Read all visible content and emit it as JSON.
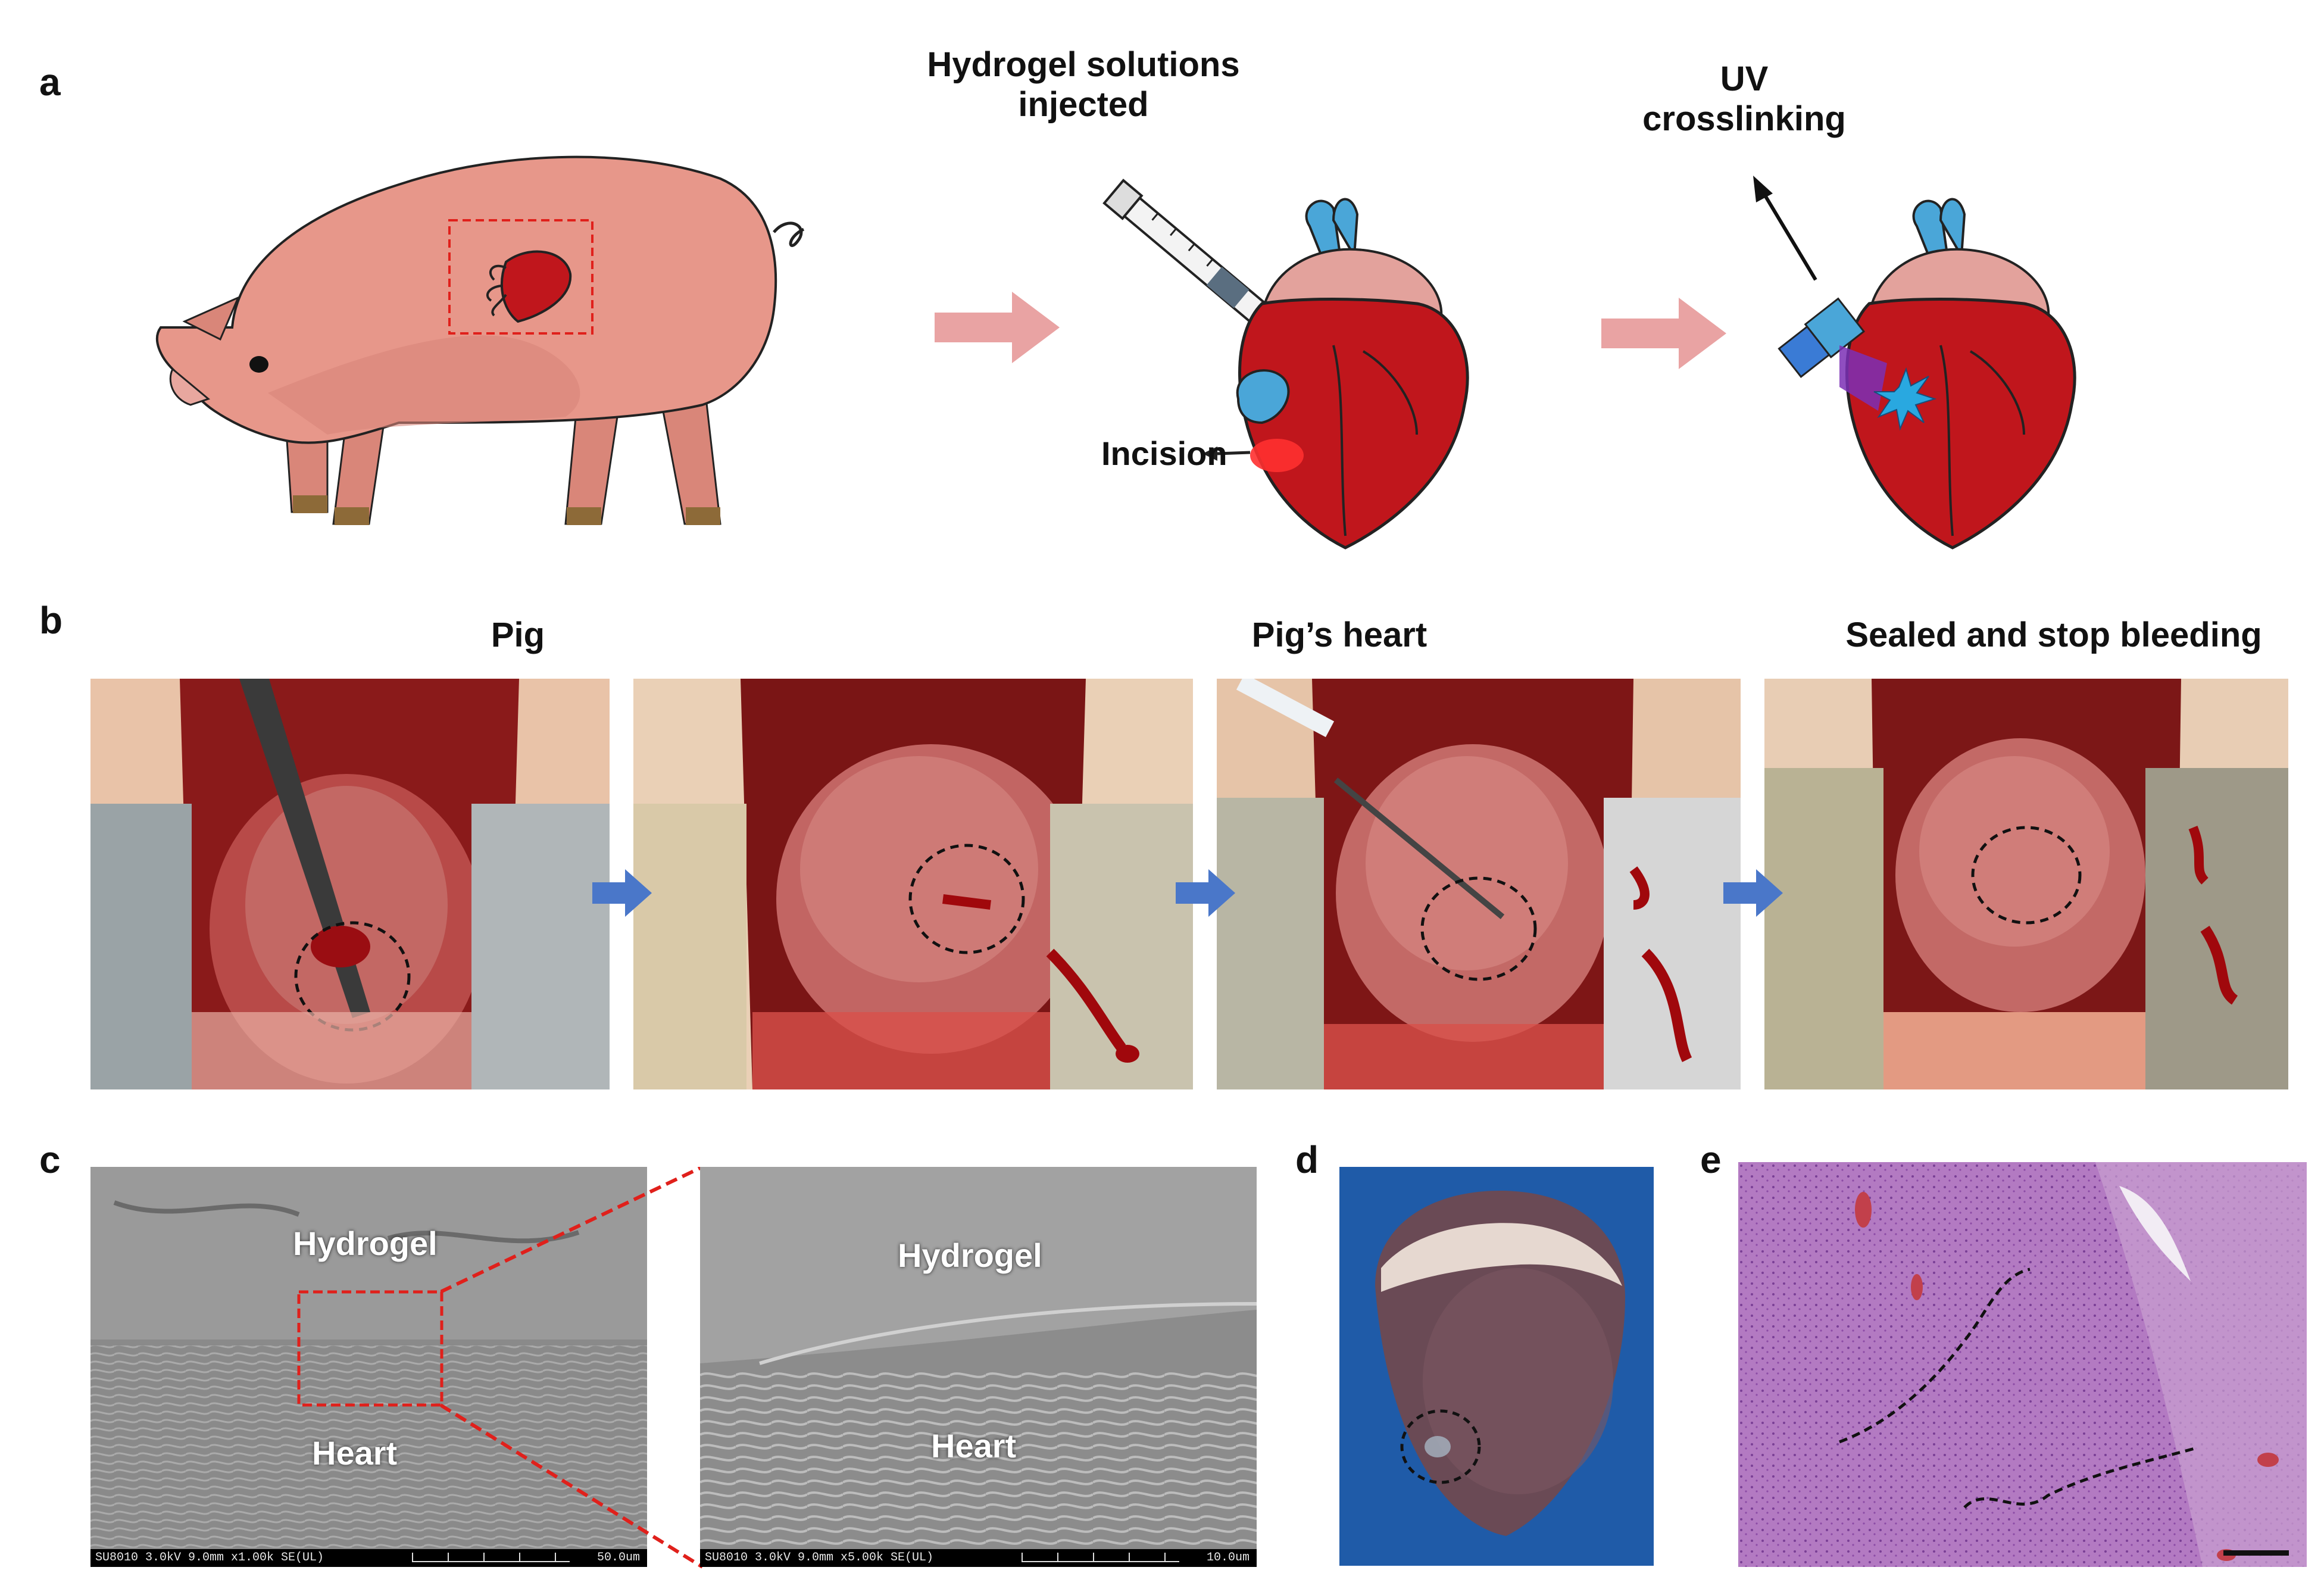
{
  "panels": {
    "a": {
      "letter": "a",
      "step2_label_line1": "Hydrogel solutions",
      "step2_label_line2": "injected",
      "step3_label_line1": "UV",
      "step3_label_line2": "crosslinking",
      "incision_label": "Incision"
    },
    "b": {
      "letter": "b",
      "caption_1": "Pig",
      "caption_2": "Pig’s heart",
      "caption_3": "Sealed and stop bleeding"
    },
    "c": {
      "letter": "c",
      "left": {
        "hydrogel": "Hydrogel",
        "heart": "Heart",
        "info": "SU8010 3.0kV 9.0mm x1.00k SE(UL)",
        "scale": "50.0um"
      },
      "right": {
        "hydrogel": "Hydrogel",
        "heart": "Heart",
        "info": "SU8010 3.0kV 9.0mm x5.00k SE(UL)",
        "scale": "10.0um"
      }
    },
    "d": {
      "letter": "d"
    },
    "e": {
      "letter": "e"
    }
  },
  "colors": {
    "pig_body": "#e7978a",
    "heart_red": "#c0161c",
    "heart_top": "#e3a29c",
    "vessel_blue": "#4aa6d8",
    "arrow_pink": "#e9a3a3",
    "arrow_blue": "#4a77c9",
    "dashed_red": "#e0201b",
    "he_stain": "#b67ac4"
  }
}
